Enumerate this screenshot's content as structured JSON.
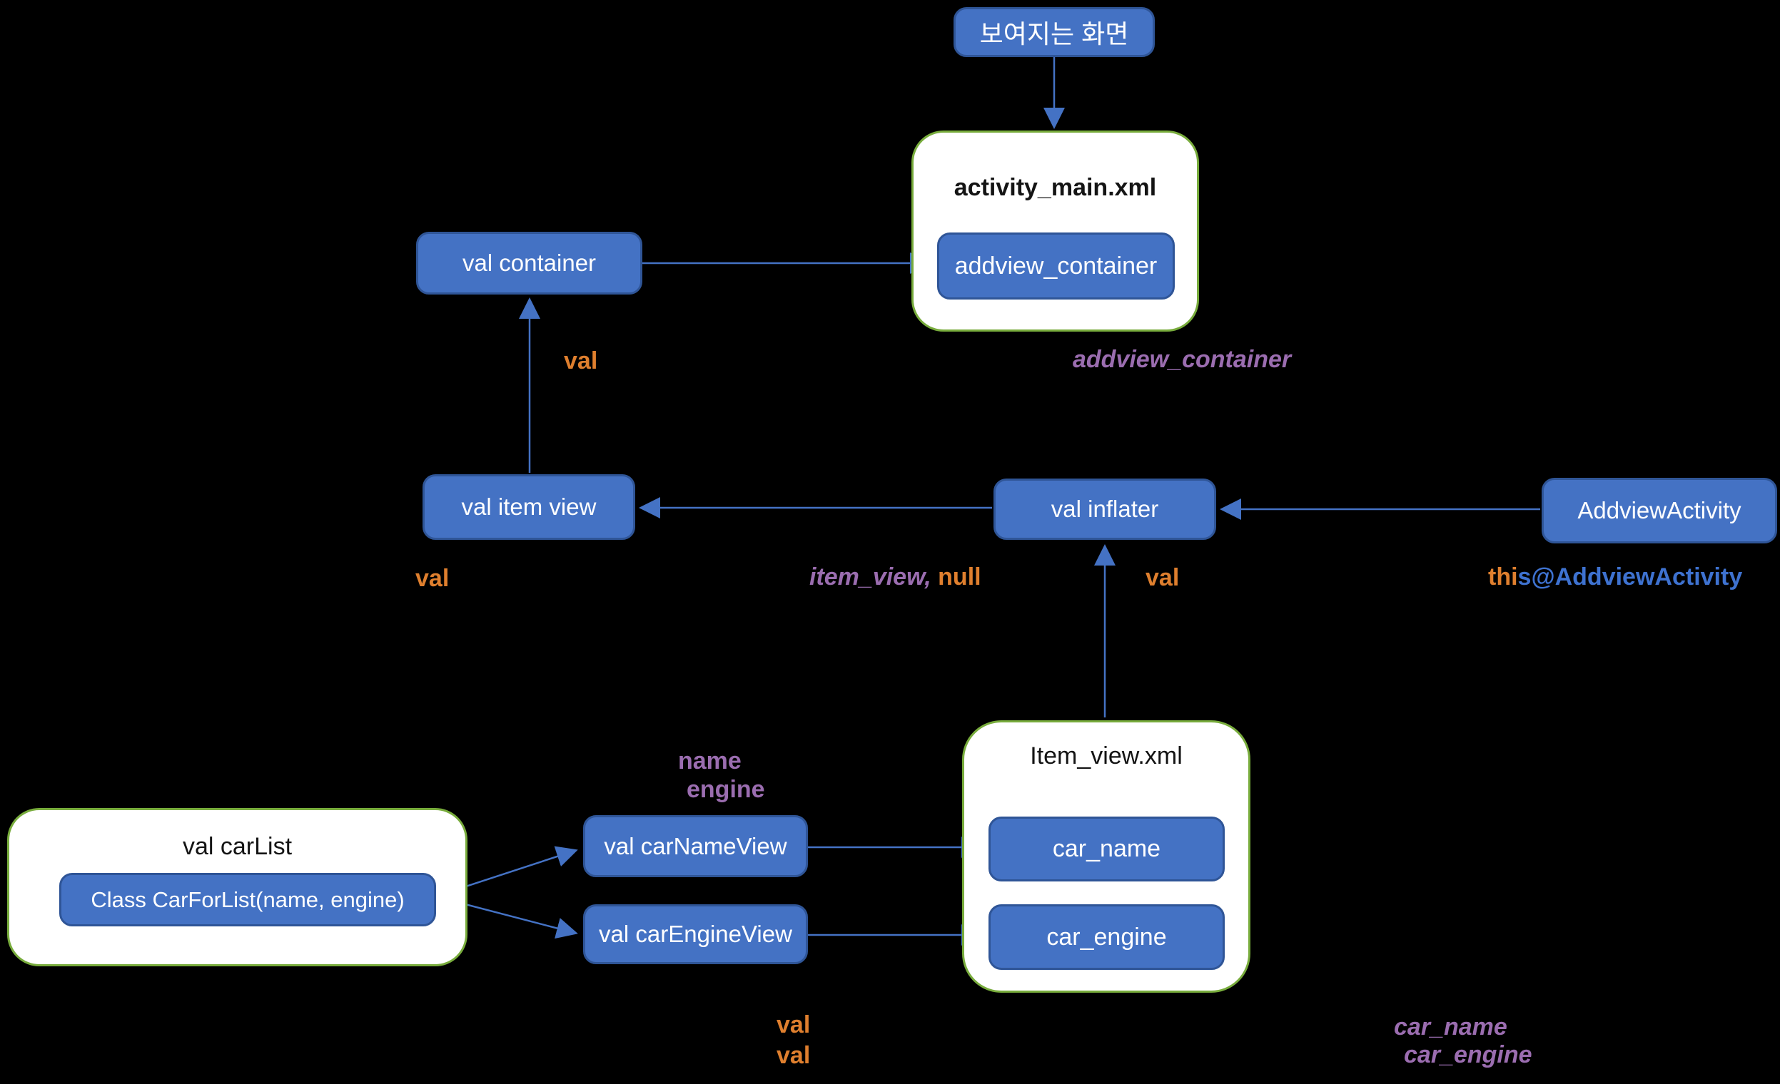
{
  "diagram": {
    "colors": {
      "background": "#000000",
      "node_fill": "#4472C4",
      "node_border": "#2F5597",
      "container_border": "#78AC3C",
      "connector": "#4472C4",
      "annotation_orange": "#DF7F2E",
      "annotation_purple": "#9B6DB0",
      "annotation_blue": "#3E72D0"
    },
    "nodes": {
      "visible_screen": {
        "label": "보여지는 화면"
      },
      "val_container": {
        "label": "val container"
      },
      "val_item_view": {
        "label": "val item view"
      },
      "val_inflater": {
        "label": "val inflater"
      },
      "addview_activity": {
        "label": "AddviewActivity"
      },
      "val_car_name_view": {
        "label": "val carNameView"
      },
      "val_car_engine_view": {
        "label": "val carEngineView"
      }
    },
    "containers": {
      "activity_main": {
        "title": "activity_main.xml",
        "child": "addview_container"
      },
      "item_view": {
        "title": "Item_view.xml",
        "child_name": "car_name",
        "child_engine": "car_engine"
      },
      "car_list": {
        "title": "val carList",
        "child": "Class CarForList(name, engine)"
      }
    },
    "annotations": {
      "container_src": "val",
      "addview_container_ref": "addview_container",
      "item_view_src": "val",
      "inflate_arg_layout": "item_view,",
      "inflate_arg_root": " null",
      "inflater_src": "val",
      "this_ref_orange": "thi",
      "this_ref_blue": "s@AddviewActivity",
      "param_name": "name",
      "param_engine": "engine",
      "find_view_val_1": "val",
      "find_view_val_2": "val",
      "id_ref_car_name": "car_name",
      "id_ref_car_engine": "car_engine"
    }
  }
}
